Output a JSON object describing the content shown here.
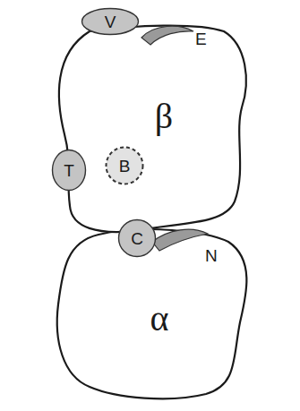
{
  "diagram": {
    "nodes": [
      {
        "text": [
          "β"
        ]
      },
      {
        "text": [
          "V"
        ]
      },
      {
        "text": [
          "T"
        ],
        "in": 0
      },
      {
        "text": [
          "B"
        ],
        "in": 0
      },
      {
        "text": [
          "C"
        ]
      },
      {
        "text": [
          "α"
        ]
      }
    ],
    "labels": [
      "E",
      "N"
    ]
  }
}
